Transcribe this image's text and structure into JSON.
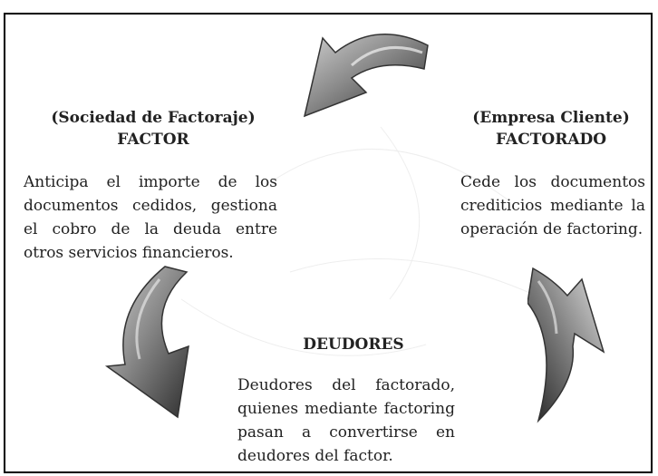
{
  "factor": {
    "heading_line1": "(Sociedad de Factoraje)",
    "heading_line2": "FACTOR",
    "desc_lines": [
      "Anticipa el importe de los",
      "documentos cedidos, gestiona",
      "el cobro de la deuda entre",
      "otros servicios financieros."
    ]
  },
  "factorado": {
    "heading_line1": "(Empresa Cliente)",
    "heading_line2": "FACTORADO",
    "desc_lines": [
      "Cede los documentos",
      "crediticios mediante la",
      "operación de factoring."
    ]
  },
  "deudores": {
    "heading": "DEUDORES",
    "desc_lines": [
      "Deudores del factorado,",
      "quienes mediante factoring",
      "pasan a convertirse en",
      "deudores del factor."
    ]
  },
  "arrows": {
    "top": "curved-arrow-icon",
    "right": "curved-arrow-icon",
    "left": "curved-arrow-icon",
    "color_dark": "#3a3a3a",
    "color_light": "#d8d8d8"
  }
}
